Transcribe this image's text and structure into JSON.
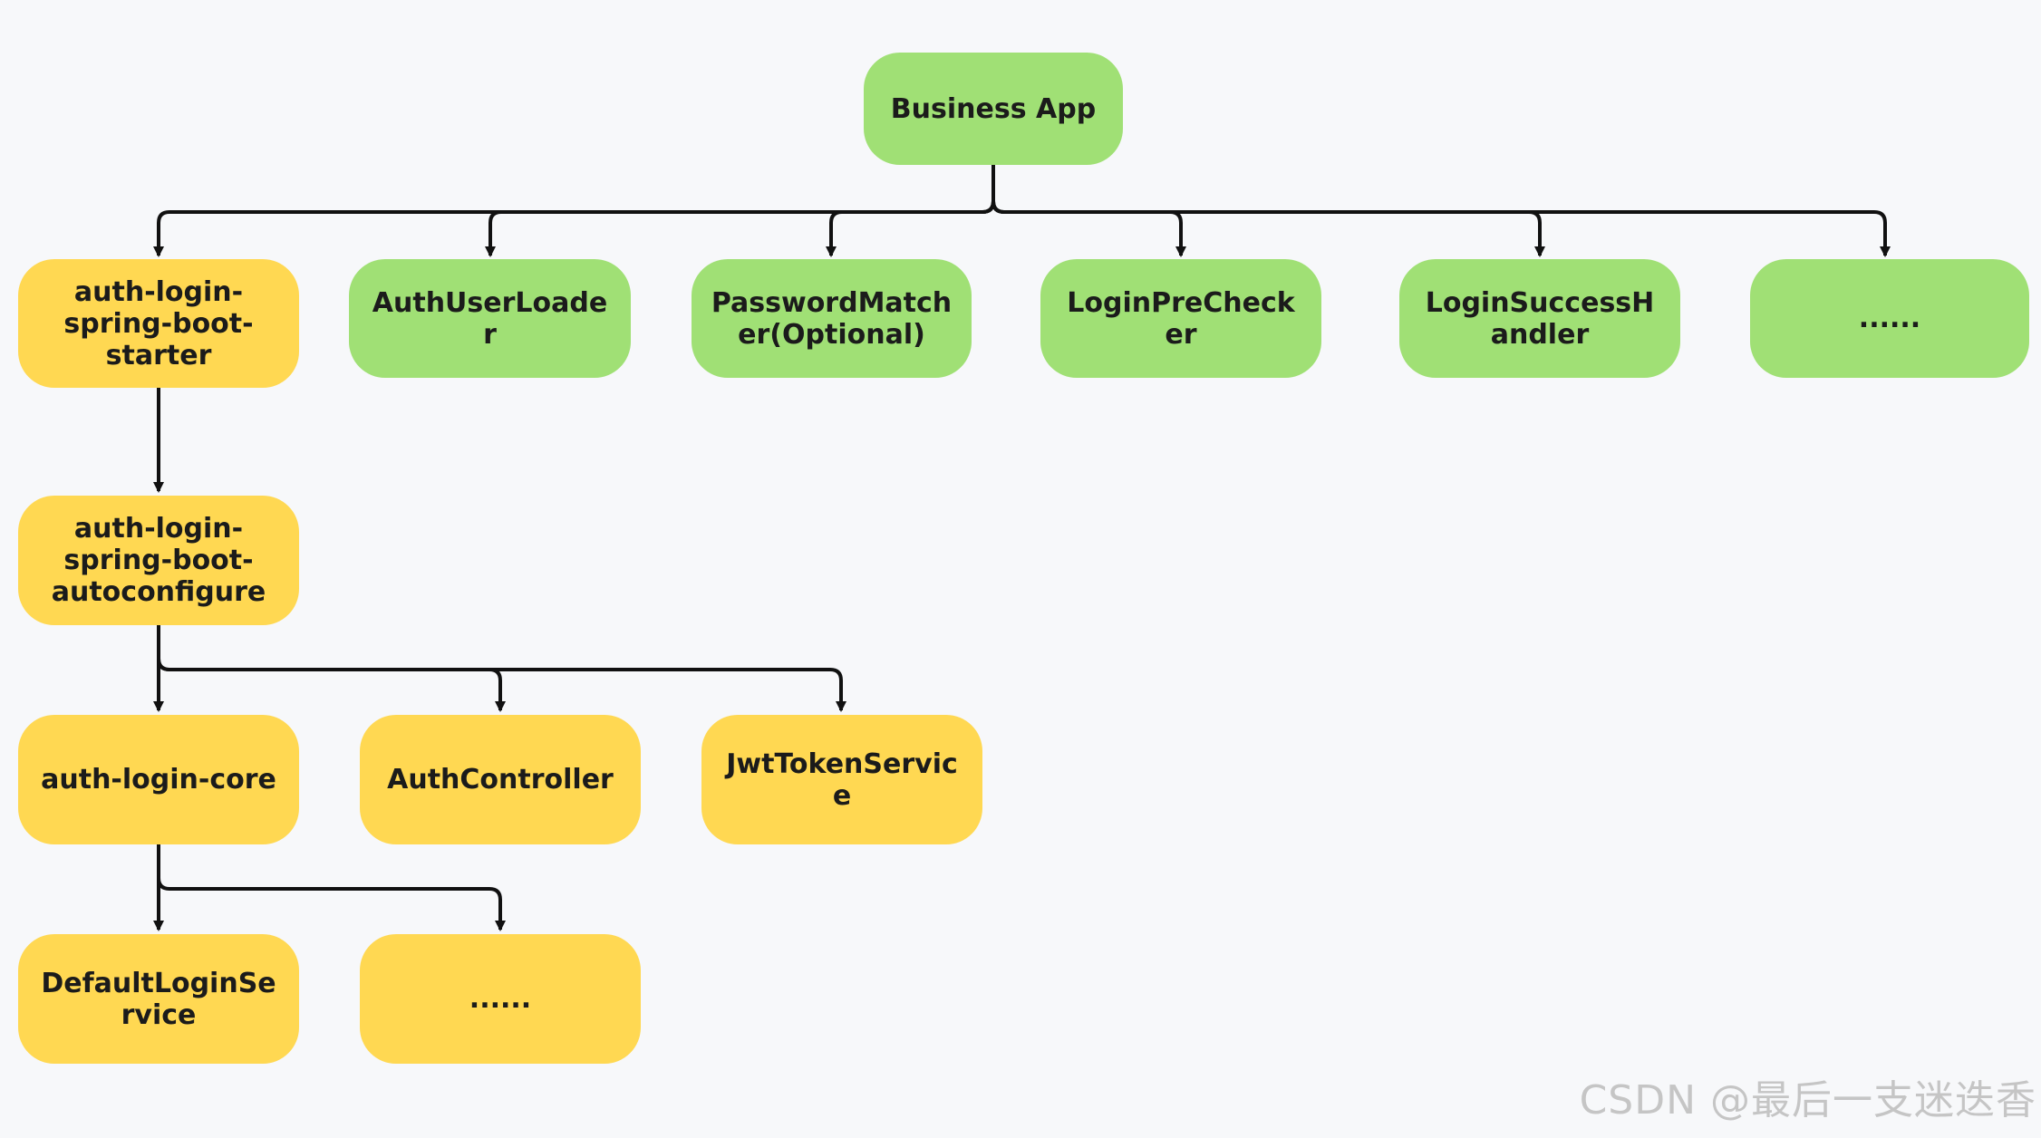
{
  "nodes": {
    "business_app": {
      "label": "Business App",
      "color": "#a0e075"
    },
    "auth_login_spring_boot_starter": {
      "label": "auth-login-spring-boot-starter",
      "color": "#ffd852"
    },
    "auth_user_loader": {
      "label": "AuthUserLoader",
      "color": "#a0e075"
    },
    "password_matcher": {
      "label": "PasswordMatcher(Optional)",
      "color": "#a0e075"
    },
    "login_pre_checker": {
      "label": "LoginPreChecker",
      "color": "#a0e075"
    },
    "login_success_handler": {
      "label": "LoginSuccessHandler",
      "color": "#a0e075"
    },
    "more_green": {
      "label": "......",
      "color": "#a0e075"
    },
    "auth_login_spring_boot_autoconfigure": {
      "label": "auth-login-spring-boot-autoconfigure",
      "color": "#ffd852"
    },
    "auth_login_core": {
      "label": "auth-login-core",
      "color": "#ffd852"
    },
    "auth_controller": {
      "label": "AuthController",
      "color": "#ffd852"
    },
    "jwt_token_service": {
      "label": "JwtTokenService",
      "color": "#ffd852"
    },
    "default_login_service": {
      "label": "DefaultLoginService",
      "color": "#ffd852"
    },
    "more_yellow": {
      "label": "......",
      "color": "#ffd852"
    }
  },
  "edges": [
    {
      "from": "business_app",
      "to": "auth_login_spring_boot_starter"
    },
    {
      "from": "business_app",
      "to": "auth_user_loader"
    },
    {
      "from": "business_app",
      "to": "password_matcher"
    },
    {
      "from": "business_app",
      "to": "login_pre_checker"
    },
    {
      "from": "business_app",
      "to": "login_success_handler"
    },
    {
      "from": "business_app",
      "to": "more_green"
    },
    {
      "from": "auth_login_spring_boot_starter",
      "to": "auth_login_spring_boot_autoconfigure"
    },
    {
      "from": "auth_login_spring_boot_autoconfigure",
      "to": "auth_login_core"
    },
    {
      "from": "auth_login_spring_boot_autoconfigure",
      "to": "auth_controller"
    },
    {
      "from": "auth_login_spring_boot_autoconfigure",
      "to": "jwt_token_service"
    },
    {
      "from": "auth_login_core",
      "to": "default_login_service"
    },
    {
      "from": "auth_login_core",
      "to": "more_yellow"
    }
  ],
  "watermark": "CSDN @最后一支迷迭香"
}
